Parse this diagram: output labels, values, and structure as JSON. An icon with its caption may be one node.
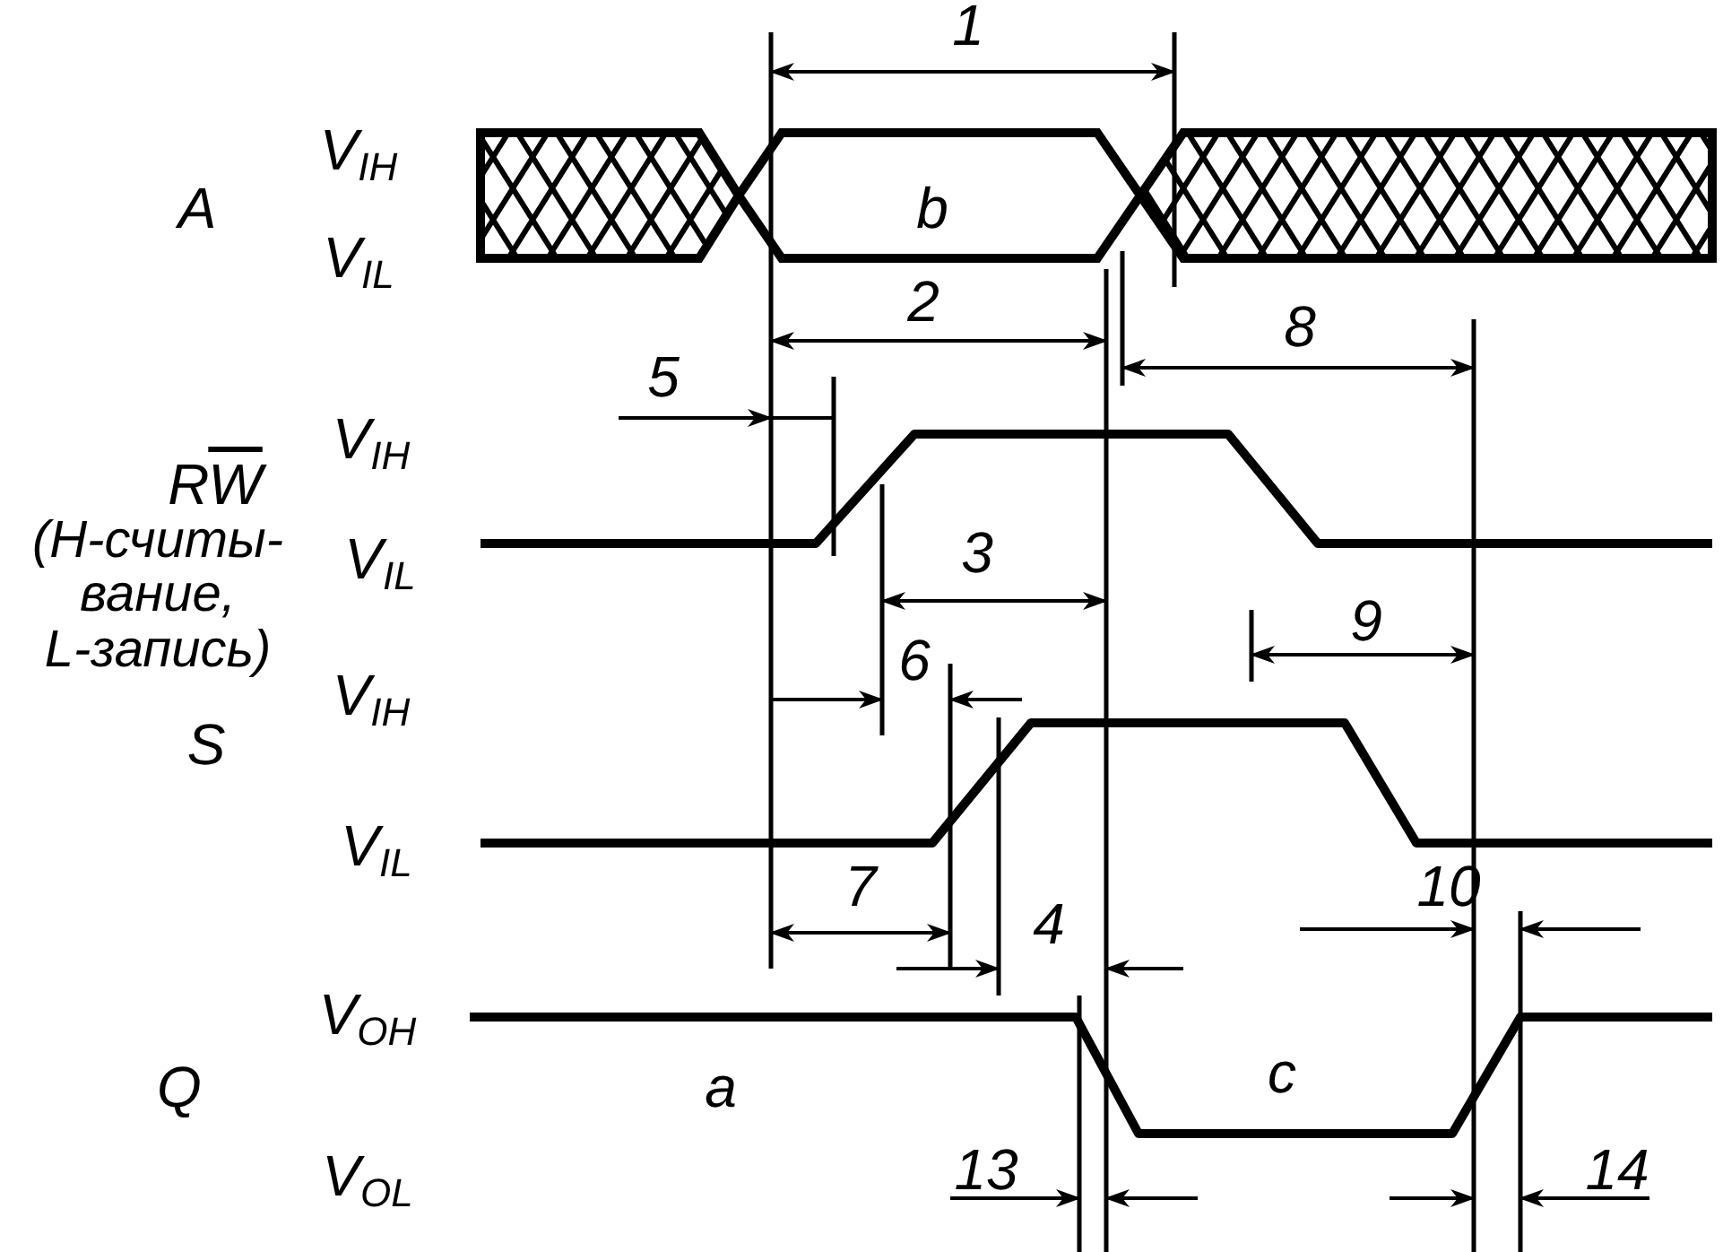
{
  "diagram": {
    "labels": [
      "1",
      "V$_{IH}$",
      "A",
      "b",
      "V$_{IL}$",
      "2",
      "8",
      "5",
      "V$_{IH}$",
      "RW",
      "(Н-считы- вание, L-запись)",
      "V$_{IL}$",
      "3",
      "9",
      "6",
      "V$_{IH}$",
      "S",
      "V$_{IL}$",
      "7",
      "4",
      "10",
      "V$_{OH}$",
      "Q",
      "a",
      "c",
      "V$_{OL}$",
      "13",
      "14"
    ]
  }
}
